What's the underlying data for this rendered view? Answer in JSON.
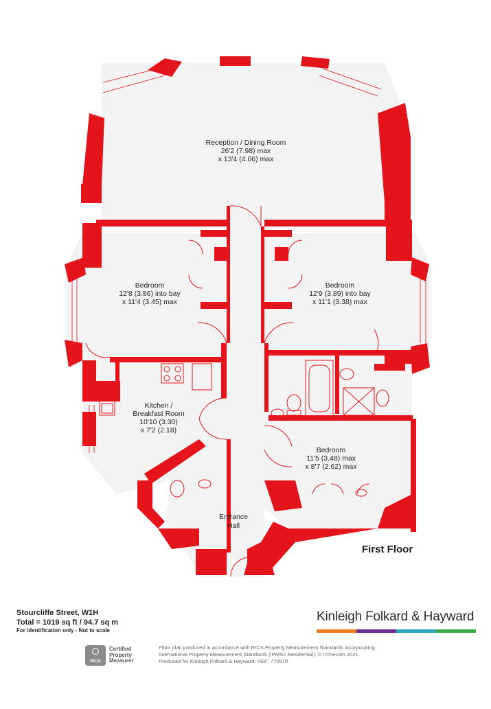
{
  "floor_plan": {
    "floor_label": "First Floor",
    "accent_color": "#e3141b",
    "floor_color": "#f3f3f3",
    "rooms": [
      {
        "name": "Reception / Dining Room",
        "dim1": "26'2 (7.98) max",
        "dim2": "x 13'4 (4.06) max"
      },
      {
        "name": "Bedroom",
        "dim1": "12'8 (3.86) into bay",
        "dim2": "x 11'4 (3.45) max"
      },
      {
        "name": "Bedroom",
        "dim1": "12'9 (3.89) into bay",
        "dim2": "x 11'1 (3.38) max"
      },
      {
        "name": "Kitchen /",
        "dim1": "Breakfast Room",
        "dim2": "10'10 (3.30)",
        "dim3": "x 7'2 (2.18)"
      },
      {
        "name": "Bedroom",
        "dim1": "11'5 (3.48) max",
        "dim2": "x 8'7 (2.62) max"
      },
      {
        "name": "Entrance",
        "dim1": "Hall"
      }
    ]
  },
  "footer": {
    "address": "Stourcliffe Street, W1H",
    "total": "Total = 1019 sq ft / 94.7 sq m",
    "note": "For identification only - Not to scale",
    "brand": "Kinleigh Folkard & Hayward",
    "brand_colors": [
      "#f47b20",
      "#6b2c91",
      "#2aa8b9",
      "#3aab49"
    ],
    "badge": {
      "seal": "RICS",
      "line1": "Certified",
      "line2": "Property",
      "line3": "Measurer"
    },
    "disclaimer": {
      "line1": "Floor plan produced in accordance with RICS Property Measurement Standards incorporating",
      "line2": "International Property Measurement Standards (IPMS2 Residential).  © n'checom 2021.",
      "line3": "Produced for Kinleigh Folkard & Hayward.   REF: 770970"
    }
  }
}
